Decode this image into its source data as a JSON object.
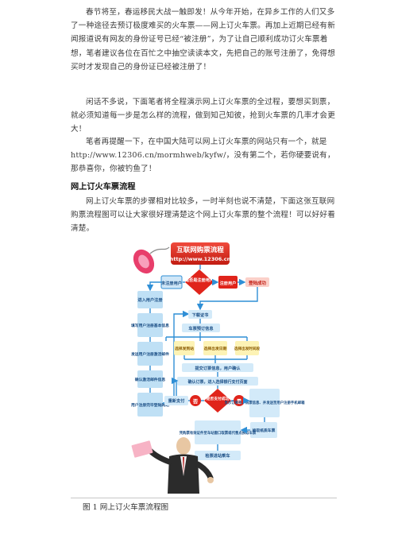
{
  "paragraphs": [
    "春节将至，春运移民大战一触即发！从今年开始，在异乡工作的人们又多了一种途径去预订极度难买的火车票——网上订火车票。再加上近期已经有新闻报道说有网友的身份证号已经“被注册”，为了让自己顺利成功订火车票着想，笔者建议各位在百忙之中抽空读读本文，先把自己的账号注册了，免得想买时才发现自己的身份证已经被注册了！",
    "闲话不多说，下面笔者将全程演示网上订火车票的全过程，要想买到票，就必须知道每一步是怎么样的流程，做到知己知彼，抢到火车票的几率才会更大！",
    "笔者再提醒一下，在中国大陆可以网上订火车票的网站只有一个，就是http://www.12306.cn/mormhweb/kyfw/，没有第二个，若你硬要说有，那恭喜你，你被钓鱼了！",
    "网上订火车票的步骤相对比较多，一时半刻也说不清楚，下面这张互联网购票流程图可以让大家很好理清楚这个网上订火车票的整个流程！可以好好看清楚。"
  ],
  "section_heading": "网上订火车票流程",
  "figure": {
    "title_line1": "互联网购票流程",
    "title_line2": "http://www.12306.cn",
    "decision_registered": "是否是注册用户",
    "node_unregistered": "未注册用户",
    "node_registered": "注册用户",
    "node_login_success": "登陆成功",
    "node_enter_user_register": "进入用户注册",
    "node_fill_user_info": "填写用户注册基本信息",
    "node_send_activation_email": "发送用户注册激活邮件",
    "node_confirm_activation_email": "确认激活邮件信息",
    "node_register_success_login": "用户注册完毕登陆网站",
    "node_order_certificate": "下载证书",
    "node_ticket_booking": "车票预订信息",
    "node_select_station": "选择发到站",
    "node_select_date": "选择出发日期",
    "node_select_time": "选择出发时间段",
    "node_submit_order": "提交订票信息，用户确认",
    "node_confirm_order_pay": "确认订票，进入选择银行支付页面",
    "decision_payment": "是否支付成功",
    "label_no": "否",
    "label_yes": "是",
    "node_repay": "重新支付",
    "node_show_order": "显示订单号、购票信息、并发送至用户注册手机邮箱",
    "node_exchange_ticket": "换取纸质车票",
    "node_id_card_station": "凭购票有效证件至车站窗口取票或代售点换取车票",
    "node_check_in": "检票进站乘车"
  },
  "caption": "图 1  网上订火车票流程图"
}
